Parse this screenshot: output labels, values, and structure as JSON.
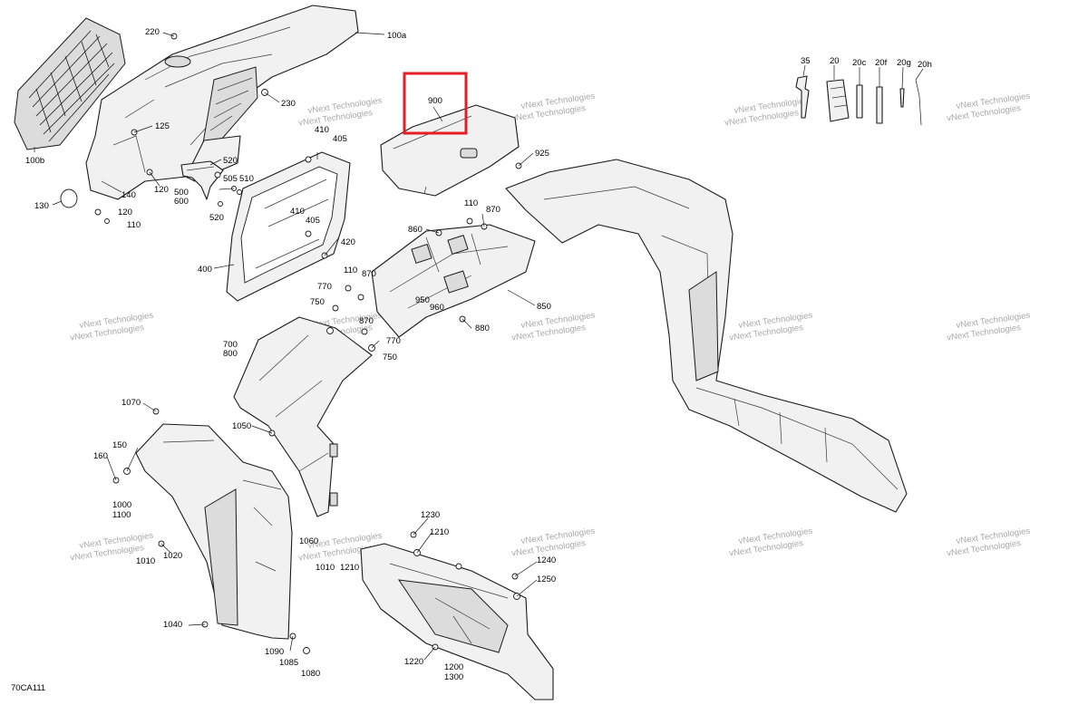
{
  "reference_code": "70CA111",
  "watermark_text": "vNext Technologies",
  "highlight_color": "#e41e26",
  "callouts": {
    "c220": "220",
    "c100a": "100a",
    "c230": "230",
    "c100b": "100b",
    "c125": "125",
    "c130": "130",
    "c140": "140",
    "c120a": "120",
    "c120b": "120",
    "c110a": "110",
    "c500": "500",
    "c600": "600",
    "c520a": "520",
    "c520b": "520",
    "c505": "505",
    "c510": "510",
    "c410a": "410",
    "c405a": "405",
    "c410b": "410",
    "c405b": "405",
    "c420": "420",
    "c400": "400",
    "c900": "900",
    "c925": "925",
    "c110b": "110",
    "c870a": "870",
    "c860": "860",
    "c110c": "110",
    "c870b": "870",
    "c950": "950",
    "c960": "960",
    "c850": "850",
    "c880": "880",
    "c770a": "770",
    "c750a": "750",
    "c870c": "870",
    "c770b": "770",
    "c750b": "750",
    "c700": "700",
    "c800": "800",
    "c1050": "1050",
    "c1070": "1070",
    "c150": "150",
    "c160": "160",
    "c1000": "1000",
    "c1100": "1100",
    "c1020": "1020",
    "c1010a": "1010",
    "c1060": "1060",
    "c1010b": "1010",
    "c1210a": "1210",
    "c1230": "1230",
    "c1210b": "1210",
    "c1240": "1240",
    "c1250": "1250",
    "c1040": "1040",
    "c1090": "1090",
    "c1085": "1085",
    "c1080": "1080",
    "c1220": "1220",
    "c1200": "1200",
    "c1300": "1300",
    "c35": "35",
    "c20": "20",
    "c20c": "20c",
    "c20f": "20f",
    "c20g": "20g",
    "c20h": "20h"
  }
}
